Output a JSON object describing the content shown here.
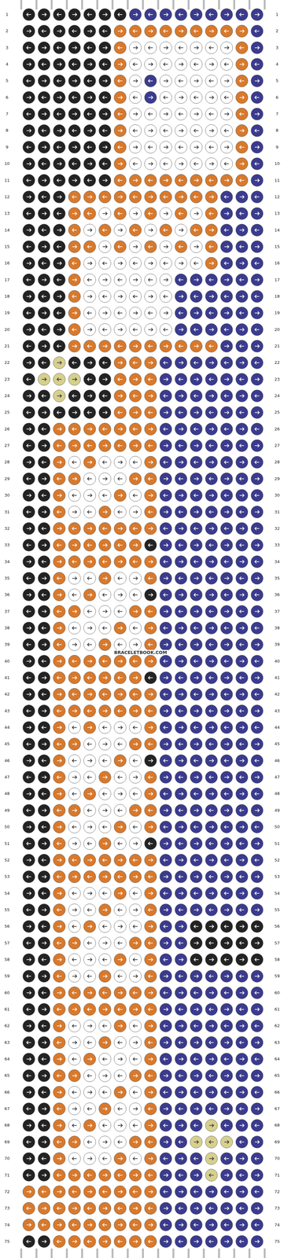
{
  "diagram": {
    "labels": [
      "1",
      "1",
      "2",
      "2",
      "3",
      "3",
      "4",
      "4",
      "5",
      "5",
      "6",
      "6",
      "7",
      "7",
      "8",
      "8",
      "9",
      "9",
      "10",
      "10",
      "11",
      "11",
      "12",
      "12",
      "13",
      "13",
      "14",
      "14",
      "15",
      "15",
      "16",
      "16",
      "17",
      "17",
      "18",
      "18",
      "19",
      "19",
      "20",
      "20",
      "21",
      "21",
      "22",
      "22",
      "23",
      "23",
      "24",
      "24",
      "25",
      "25",
      "26",
      "26",
      "27",
      "27",
      "28",
      "28",
      "29",
      "29",
      "30",
      "30",
      "31",
      "31",
      "32",
      "32",
      "33",
      "33",
      "34",
      "34",
      "35",
      "35",
      "36",
      "36",
      "37",
      "37",
      "38",
      "38",
      "39",
      "39",
      "BRACELETBOOK.COM",
      "40",
      "40",
      "41",
      "41",
      "42",
      "42",
      "43",
      "43",
      "44",
      "44",
      "45",
      "45",
      "46",
      "46",
      "47",
      "47",
      "48",
      "48",
      "49",
      "49",
      "50",
      "50",
      "51",
      "51",
      "52",
      "52",
      "53",
      "53",
      "54",
      "54",
      "55",
      "55",
      "56",
      "56",
      "57",
      "57",
      "58",
      "58",
      "59",
      "59",
      "60",
      "60",
      "61",
      "61",
      "62",
      "62",
      "63",
      "63",
      "64",
      "64",
      "65",
      "65",
      "66",
      "66",
      "67",
      "67",
      "68",
      "68",
      "69",
      "69",
      "70",
      "70",
      "71",
      "71",
      "72",
      "72",
      "73",
      "73",
      "74",
      "74",
      "75",
      "75"
    ]
  }
}
